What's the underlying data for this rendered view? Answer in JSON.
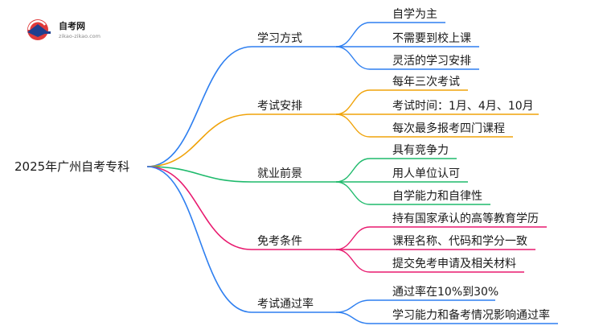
{
  "logo": {
    "name": "自考网",
    "url": "zikao-zikao.com"
  },
  "root": {
    "label": "2025年广州自考专科"
  },
  "branches": [
    {
      "label": "学习方式",
      "color": "#2e7ff0",
      "leaves": [
        "自学为主",
        "不需要到校上课",
        "灵活的学习安排"
      ]
    },
    {
      "label": "考试安排",
      "color": "#f0a30a",
      "leaves": [
        "每年三次考试",
        "考试时间：1月、4月、10月",
        "每次最多报考四门课程"
      ]
    },
    {
      "label": "就业前景",
      "color": "#1fba6c",
      "leaves": [
        "具有竞争力",
        "用人单位认可",
        "自学能力和自律性"
      ]
    },
    {
      "label": "免考条件",
      "color": "#e8196e",
      "leaves": [
        "持有国家承认的高等教育学历",
        "课程名称、代码和学分一致",
        "提交免考申请及相关材料"
      ]
    },
    {
      "label": "考试通过率",
      "color": "#2e7ff0",
      "leaves": [
        "通过率在10%到30%",
        "学习能力和备考情况影响通过率"
      ]
    }
  ]
}
